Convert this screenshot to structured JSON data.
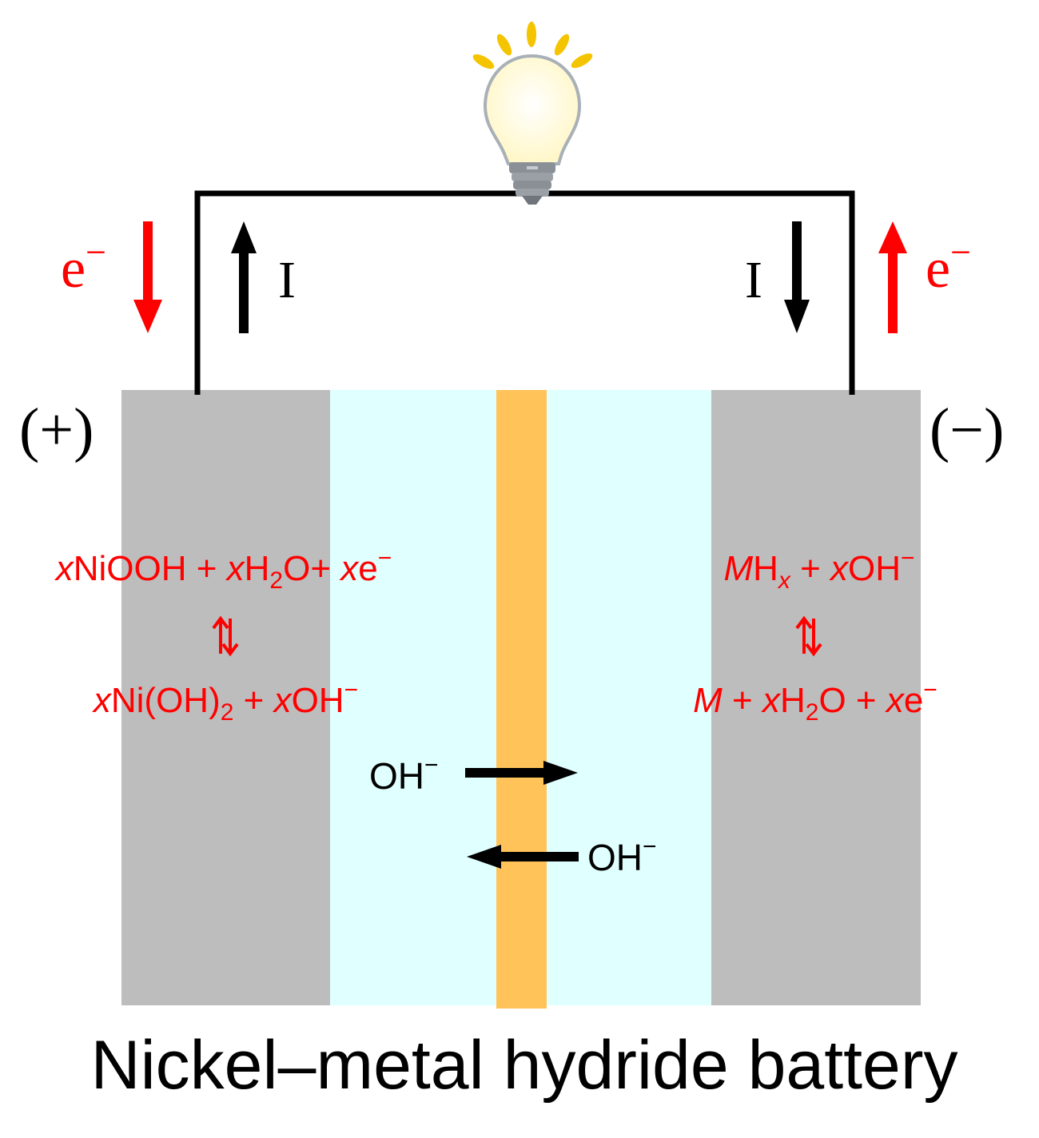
{
  "title": "Nickel–metal hydride battery",
  "colors": {
    "electrode": "#bdbdbd",
    "electrolyte": "#e0ffff",
    "separator": "#ffc35a",
    "reaction_text": "#ff0000",
    "electron_arrow": "#ff0000",
    "current_arrow": "#000000",
    "wire": "#000000",
    "bulb_glow": "#fffbe0",
    "bulb_rays": "#f5c400"
  },
  "circuit": {
    "load_icon": "light-bulb-icon"
  },
  "positive_electrode": {
    "polarity_label": "(+)",
    "electron_label": "e",
    "electron_charge": "−",
    "electron_direction": "down",
    "current_label": "I",
    "current_direction": "up",
    "reaction": {
      "top": {
        "t1": "x",
        "t2": "NiOOH + ",
        "t3": "x",
        "t4": "H",
        "t5": "2",
        "t6": "O+ ",
        "t7": "x",
        "t8": "e",
        "t9": "−"
      },
      "arrow": "⇅",
      "bottom": {
        "t1": "x",
        "t2": "Ni(OH)",
        "t3": "2",
        "t4": " + ",
        "t5": "x",
        "t6": "OH",
        "t7": "−"
      }
    }
  },
  "negative_electrode": {
    "polarity_label": "(−)",
    "electron_label": "e",
    "electron_charge": "−",
    "electron_direction": "up",
    "current_label": "I",
    "current_direction": "down",
    "reaction": {
      "top": {
        "t1": "M",
        "t2": "H",
        "t3": "x",
        "t4": " + ",
        "t5": "x",
        "t6": "OH",
        "t7": "−"
      },
      "arrow": "⇅",
      "bottom": {
        "t1": "M",
        "t2": " + ",
        "t3": "x",
        "t4": "H",
        "t5": "2",
        "t6": "O + ",
        "t7": "x",
        "t8": "e",
        "t9": "−"
      }
    }
  },
  "ion_flow": [
    {
      "label": "OH",
      "charge": "−",
      "direction": "right"
    },
    {
      "label": "OH",
      "charge": "−",
      "direction": "left"
    }
  ]
}
